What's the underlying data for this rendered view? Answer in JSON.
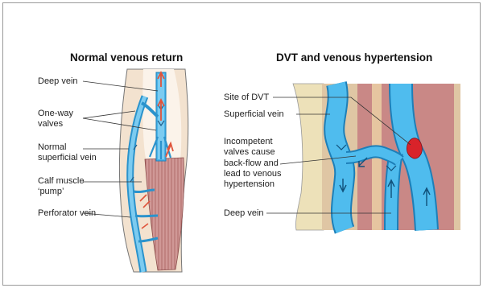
{
  "left_panel": {
    "title": "Normal venous return",
    "labels": {
      "deep_vein": "Deep vein",
      "one_way_valves_1": "One-way",
      "one_way_valves_2": "valves",
      "superficial_1": "Normal",
      "superficial_2": "superficial vein",
      "calf_1": "Calf muscle",
      "calf_2": "‘pump’",
      "perforator": "Perforator vein"
    }
  },
  "right_panel": {
    "title": "DVT and venous hypertension",
    "labels": {
      "site_dvt": "Site of DVT",
      "superficial": "Superficial vein",
      "incompetent_1": "Incompetent",
      "incompetent_2": "valves cause",
      "incompetent_3": "back-flow and",
      "incompetent_4": "lead to venous",
      "incompetent_5": "hypertension",
      "deep_vein": "Deep vein"
    }
  },
  "colors": {
    "vein": "#3eaee6",
    "vein_dark": "#1d7fb8",
    "skin": "#f2e0cc",
    "muscle": "#c98886",
    "muscle_dark": "#a85f5c",
    "fat": "#ecdfb5",
    "clot": "#d8232a",
    "arrow": "#e0533a"
  }
}
